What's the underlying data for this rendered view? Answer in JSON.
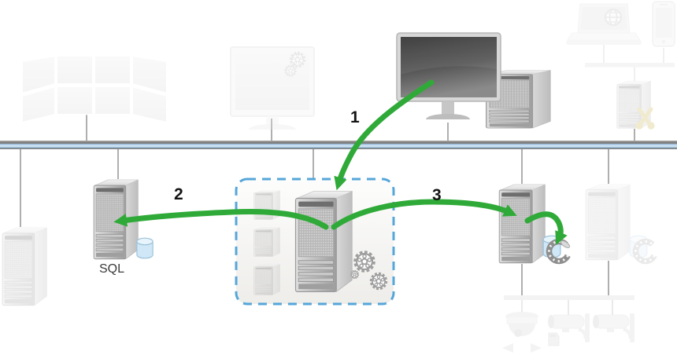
{
  "diagram": {
    "sql_label": "SQL",
    "arrows": [
      {
        "label": "1",
        "from": "smart-client-workstation",
        "to": "management-server"
      },
      {
        "label": "2",
        "from": "management-server",
        "to": "sql-server"
      },
      {
        "label": "3",
        "from": "management-server",
        "to": "recording-server"
      },
      {
        "label": "",
        "from": "recording-server",
        "to": "media-database"
      }
    ],
    "colors": {
      "arrow_green": "#2faa38",
      "box_border_blue": "#55a6d9",
      "bus_blue": "#cfe3f2",
      "bus_gray": "#7d7d7d",
      "database_blue": "#cfe7f6"
    },
    "icons": [
      "video-wall",
      "management-client-monitor",
      "gear-icon",
      "smart-client-monitor",
      "workstation-server-tower",
      "web-client-laptop",
      "globe-icon",
      "mobile-client-phone",
      "mobile-server",
      "scissors-icon",
      "network-bus",
      "standalone-server",
      "sql-server",
      "database-cylinder-icon",
      "management-server",
      "management-server-group-box",
      "recording-server",
      "media-database-icon",
      "failover-recording-server",
      "camera-network-bar",
      "dome-camera",
      "bullet-camera",
      "sd-card-icon"
    ]
  }
}
